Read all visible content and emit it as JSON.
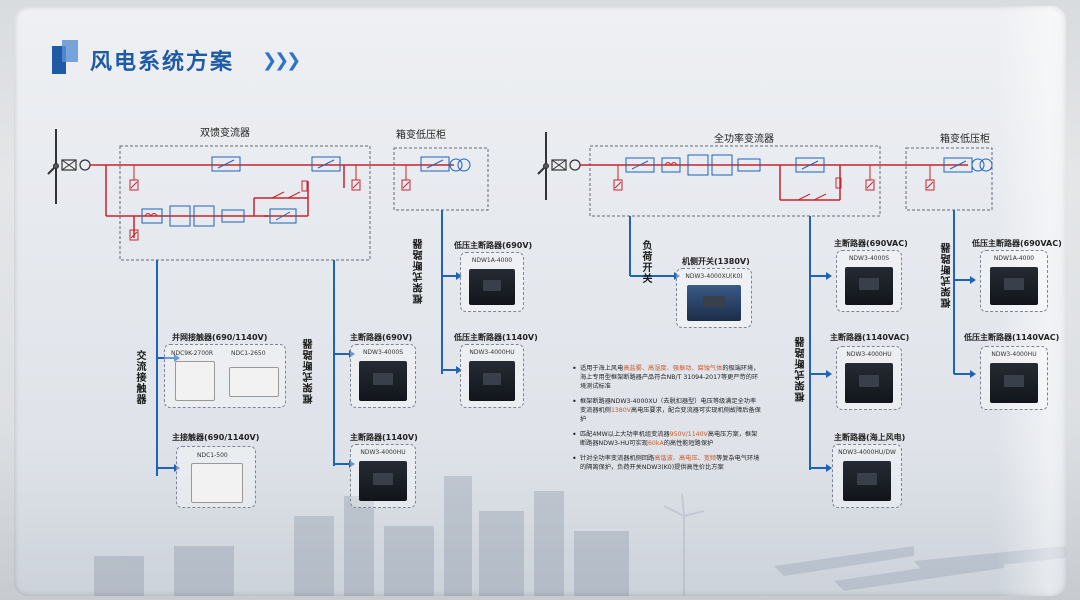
{
  "title": "风电系统方案",
  "colors": {
    "title": "#1f5aa6",
    "line_red": "#c7252d",
    "line_blue": "#1e63b8",
    "highlight": "#c85a2a"
  },
  "left": {
    "converter_label": "双馈变流器",
    "cabinet_label": "箱变低压柜",
    "group_ac_contactor": "交流接触器",
    "group_frame_breaker": "框架式断路器",
    "group_frame_breaker_cab": "框架式断路器",
    "grid_contactor": {
      "title": "并网接触器(690/1140V)",
      "models": [
        "NDC9K-2700R",
        "NDC1-2650"
      ]
    },
    "main_contactor": {
      "title": "主接触器(690/1140V)",
      "model": "NDC1-500"
    },
    "main_breaker_690": {
      "title": "主断路器(690V)",
      "model": "NDW3-4000S"
    },
    "main_breaker_1140": {
      "title": "主断路器(1140V)",
      "model": "NDW3-4000HU"
    },
    "lv_breaker_690": {
      "title": "低压主断路器(690V)",
      "model": "NDW1A-4000"
    },
    "lv_breaker_1140": {
      "title": "低压主断路器(1140V)",
      "model": "NDW3-4000HU"
    }
  },
  "right": {
    "converter_label": "全功率变流器",
    "cabinet_label": "箱变低压柜",
    "group_load_switch": "负荷开关",
    "group_frame_breaker": "框架式断路器",
    "group_frame_breaker_cab": "框架式断路器",
    "machine_switch": {
      "title": "机侧开关(1380V)",
      "model": "NDW3-4000XU(K0)"
    },
    "main_breaker_690": {
      "title": "主断路器(690VAC)",
      "model": "NDW3-4000S"
    },
    "main_breaker_1140": {
      "title": "主断路器(1140VAC)",
      "model": "NDW3-4000HU"
    },
    "main_breaker_offshore": {
      "title": "主断路器(海上风电)",
      "model": "NDW3-4000HU/DW"
    },
    "lv_breaker_690": {
      "title": "低压主断路器(690VAC)",
      "model": "NDW1A-4000"
    },
    "lv_breaker_1140": {
      "title": "低压主断路器(1140VAC)",
      "model": "NDW3-4000HU"
    }
  },
  "bullets": [
    {
      "parts": [
        "适用于海上风电",
        "高盐雾、高湿度、强振动、腐蚀气体",
        "的极端环境，海上专用型框架断路器产品符合NB/T 31094-2017等更严苛的环境测试标准"
      ]
    },
    {
      "parts": [
        "框架断路器NDW3-4000XU（去脱扣器型）电压等级满足全功率变流器机侧",
        "1380V",
        "高电压要求，配合变流器可实现机侧故障后备保护"
      ]
    },
    {
      "parts": [
        "匹配4MW以上大功率机组变流器",
        "950V/1140V",
        "高电压方案，框架断路器NDW3-HU可实现",
        "60kA",
        "的高性能短路保护"
      ]
    },
    {
      "parts": [
        "针对全功率变流器机侧回路",
        "高谐波、高电压、宽频",
        "等复杂电气环境的隔离保护，负荷开关NDW3(K0)提供高性价比方案"
      ]
    }
  ]
}
